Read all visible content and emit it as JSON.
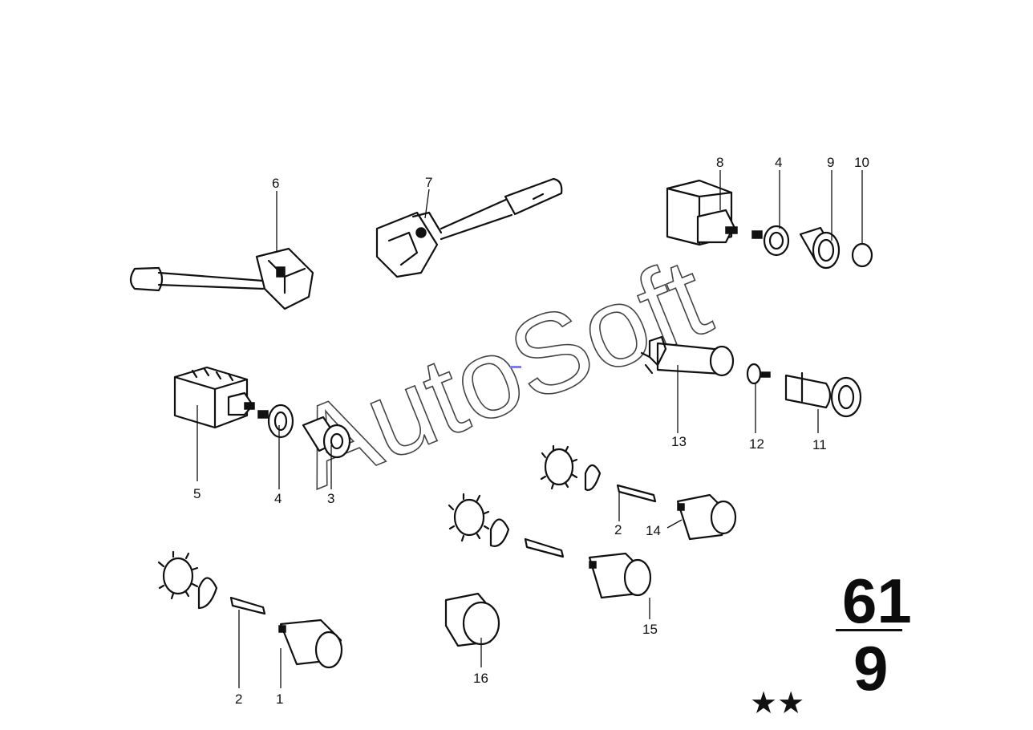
{
  "watermark": "AutoSoft",
  "group_number": {
    "top": "61",
    "bottom": "9"
  },
  "rating": "★★",
  "callouts": {
    "c1": "1",
    "c2a": "2",
    "c2b": "2",
    "c3": "3",
    "c4a": "4",
    "c4b": "4",
    "c5": "5",
    "c6": "6",
    "c7": "7",
    "c8": "8",
    "c9": "9",
    "c10": "10",
    "c11": "11",
    "c12": "12",
    "c13": "13",
    "c14": "14",
    "c15": "15",
    "c16": "16"
  }
}
